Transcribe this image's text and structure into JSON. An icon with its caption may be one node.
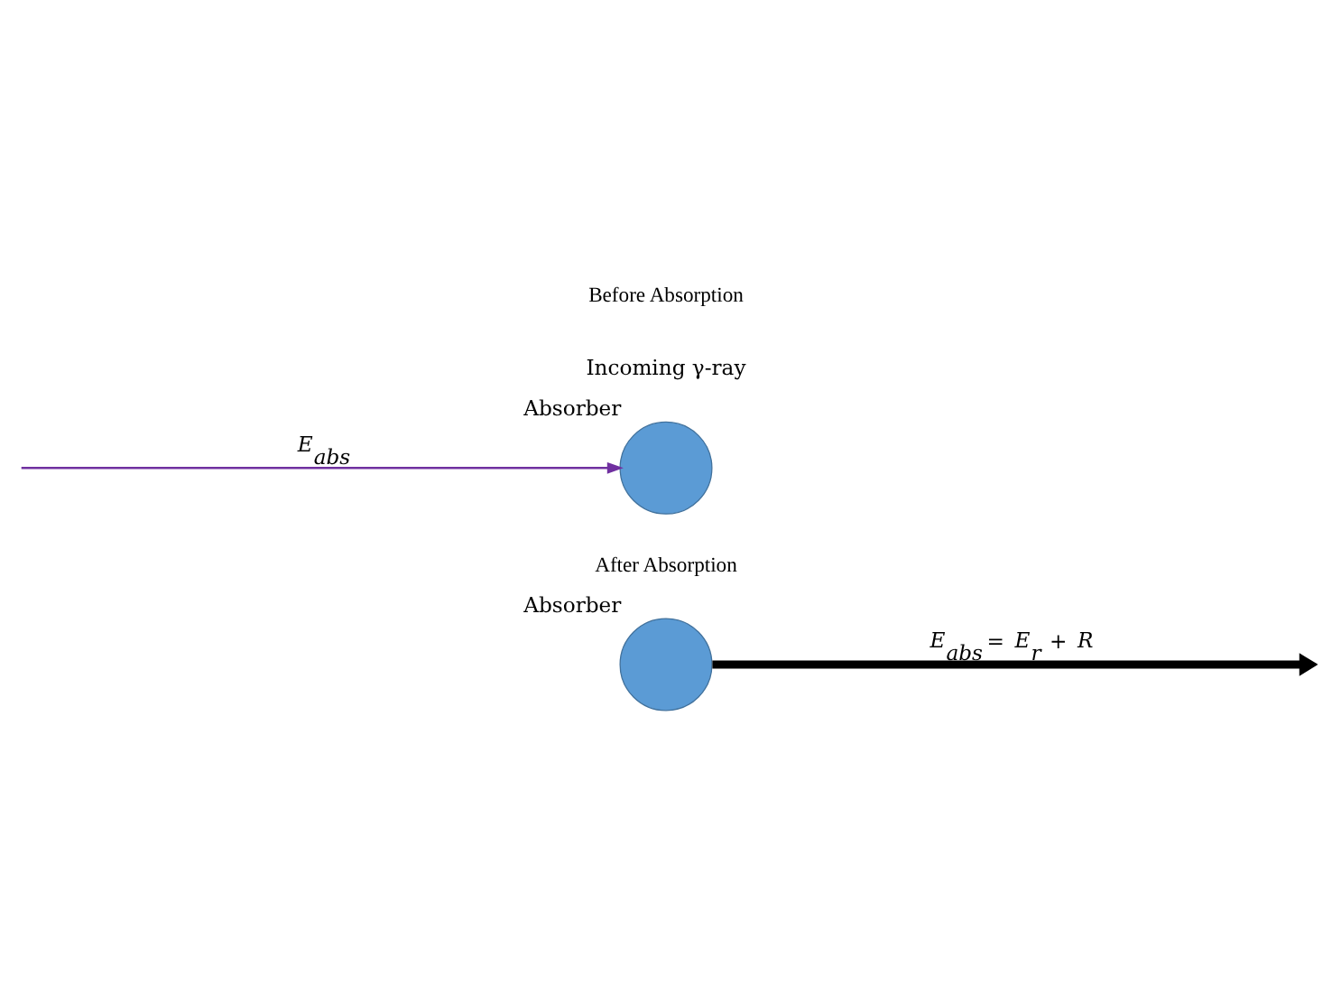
{
  "diagram": {
    "nodes": [
      {
        "text": [
          "Absorber"
        ]
      },
      {
        "text": [
          "Absorber"
        ]
      }
    ],
    "edges": [
      {
        "from": null,
        "to": 0,
        "arrow": "to",
        "label": "E$_{abs}$",
        "color": "#7030a0"
      },
      {
        "from": 1,
        "to": null,
        "arrow": "to",
        "label": "E$_{abs}$ = E$_{r}$ + R",
        "style": "thick",
        "color": "#000000"
      }
    ],
    "labels": [
      "Before Absorption",
      "Incoming γ-ray",
      "After Absorption"
    ]
  }
}
